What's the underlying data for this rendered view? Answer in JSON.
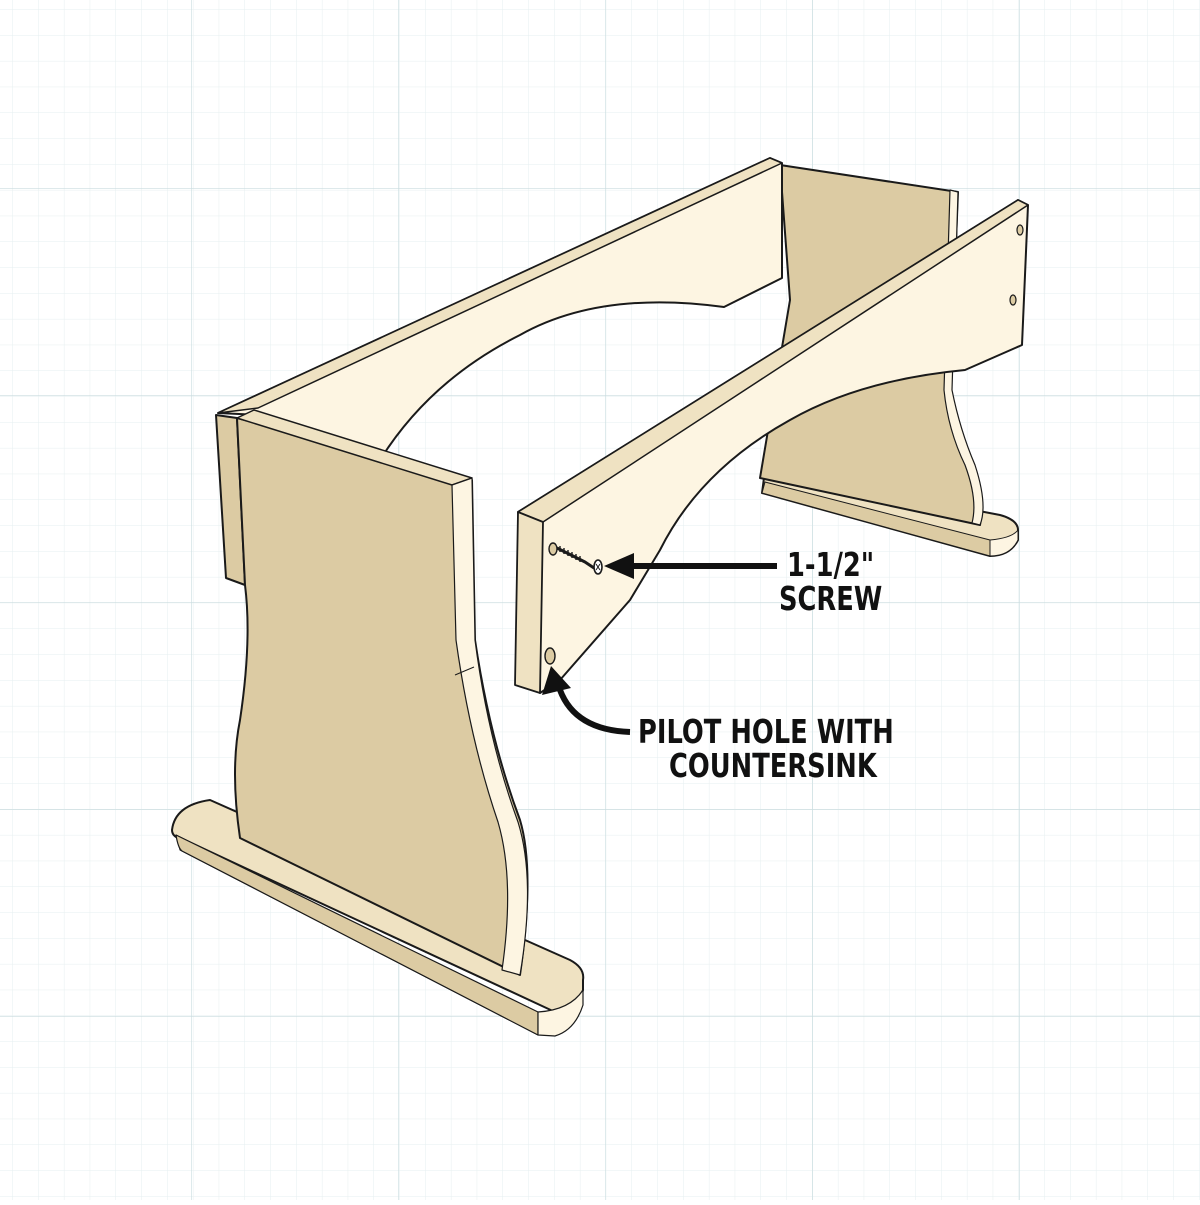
{
  "diagram": {
    "subject": "Bench base assembly (isometric view)",
    "background": "grid-paper",
    "colors": {
      "background": "#ffffff",
      "grid_minor": "#e6eff0",
      "grid_major": "#c9dcdf",
      "wood_face_light": "#fdf5e2",
      "wood_face_dark": "#dccba3",
      "wood_edge": "#efe2c2",
      "outline": "#1a1a1a",
      "callout": "#111111"
    },
    "parts": [
      {
        "name": "back-apron",
        "description": "Long rail with arched cutout, back"
      },
      {
        "name": "front-apron",
        "description": "Long rail with arched cutout, front, shown detached with screws"
      },
      {
        "name": "left-leg",
        "description": "Shaped leg panel, front-left"
      },
      {
        "name": "right-leg",
        "description": "Shaped leg panel, back-right"
      },
      {
        "name": "left-foot",
        "description": "Rounded-end foot board under left leg"
      },
      {
        "name": "right-foot",
        "description": "Rounded-end foot board under right leg"
      }
    ],
    "callouts": [
      {
        "id": "screw",
        "lines": [
          "1-1/2\"",
          "SCREW"
        ],
        "target": "screw in front apron end"
      },
      {
        "id": "pilot-hole",
        "lines": [
          "PILOT HOLE WITH",
          "COUNTERSINK"
        ],
        "target": "lower hole in front apron end"
      }
    ]
  }
}
